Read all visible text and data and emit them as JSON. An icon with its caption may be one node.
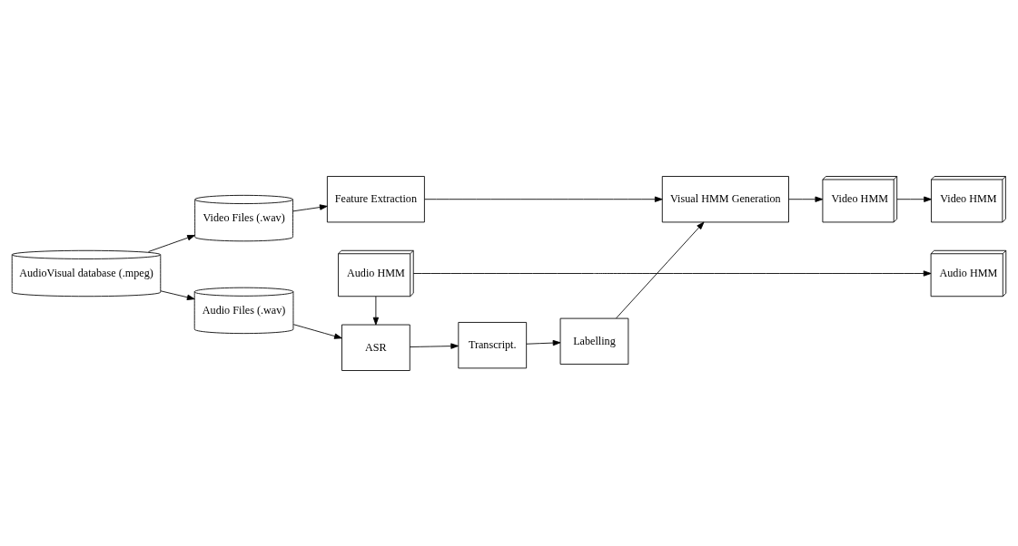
{
  "diagram": {
    "nodes": [
      {
        "text": [
          "AudioVisual database (.mpeg)"
        ]
      },
      {
        "text": [
          "Audio Files (.wav)"
        ]
      },
      {
        "text": [
          "ASR"
        ]
      },
      {
        "text": [
          "Transcript."
        ]
      },
      {
        "text": [
          "Labelling"
        ]
      },
      {
        "text": [
          "Audio HMM"
        ]
      },
      {
        "text": [
          "Video Files (.wav)"
        ]
      },
      {
        "text": [
          "Feature Extraction"
        ]
      },
      {
        "text": [
          "Visual HMM Generation"
        ]
      },
      {
        "text": [
          "Video HMM"
        ]
      },
      {
        "text": [
          "Audio HMM"
        ]
      },
      {
        "text": [
          "Video HMM"
        ]
      }
    ],
    "edges": [
      {
        "from": 0,
        "to": 1,
        "arrow": "to"
      },
      {
        "from": 0,
        "to": 6,
        "arrow": "to"
      },
      {
        "from": 1,
        "to": 2,
        "arrow": "to"
      },
      {
        "from": 2,
        "to": 3,
        "arrow": "to"
      },
      {
        "from": 3,
        "to": 4,
        "arrow": "to"
      },
      {
        "from": 5,
        "to": 2,
        "arrow": "to"
      },
      {
        "from": 4,
        "to": 8,
        "arrow": "to"
      },
      {
        "from": 5,
        "to": 10,
        "arrow": "to"
      },
      {
        "from": 6,
        "to": 7,
        "arrow": "to"
      },
      {
        "from": 7,
        "to": 8,
        "arrow": "to"
      },
      {
        "from": 8,
        "to": 9,
        "arrow": "to"
      },
      {
        "from": 9,
        "to": 11,
        "arrow": "to"
      }
    ]
  }
}
